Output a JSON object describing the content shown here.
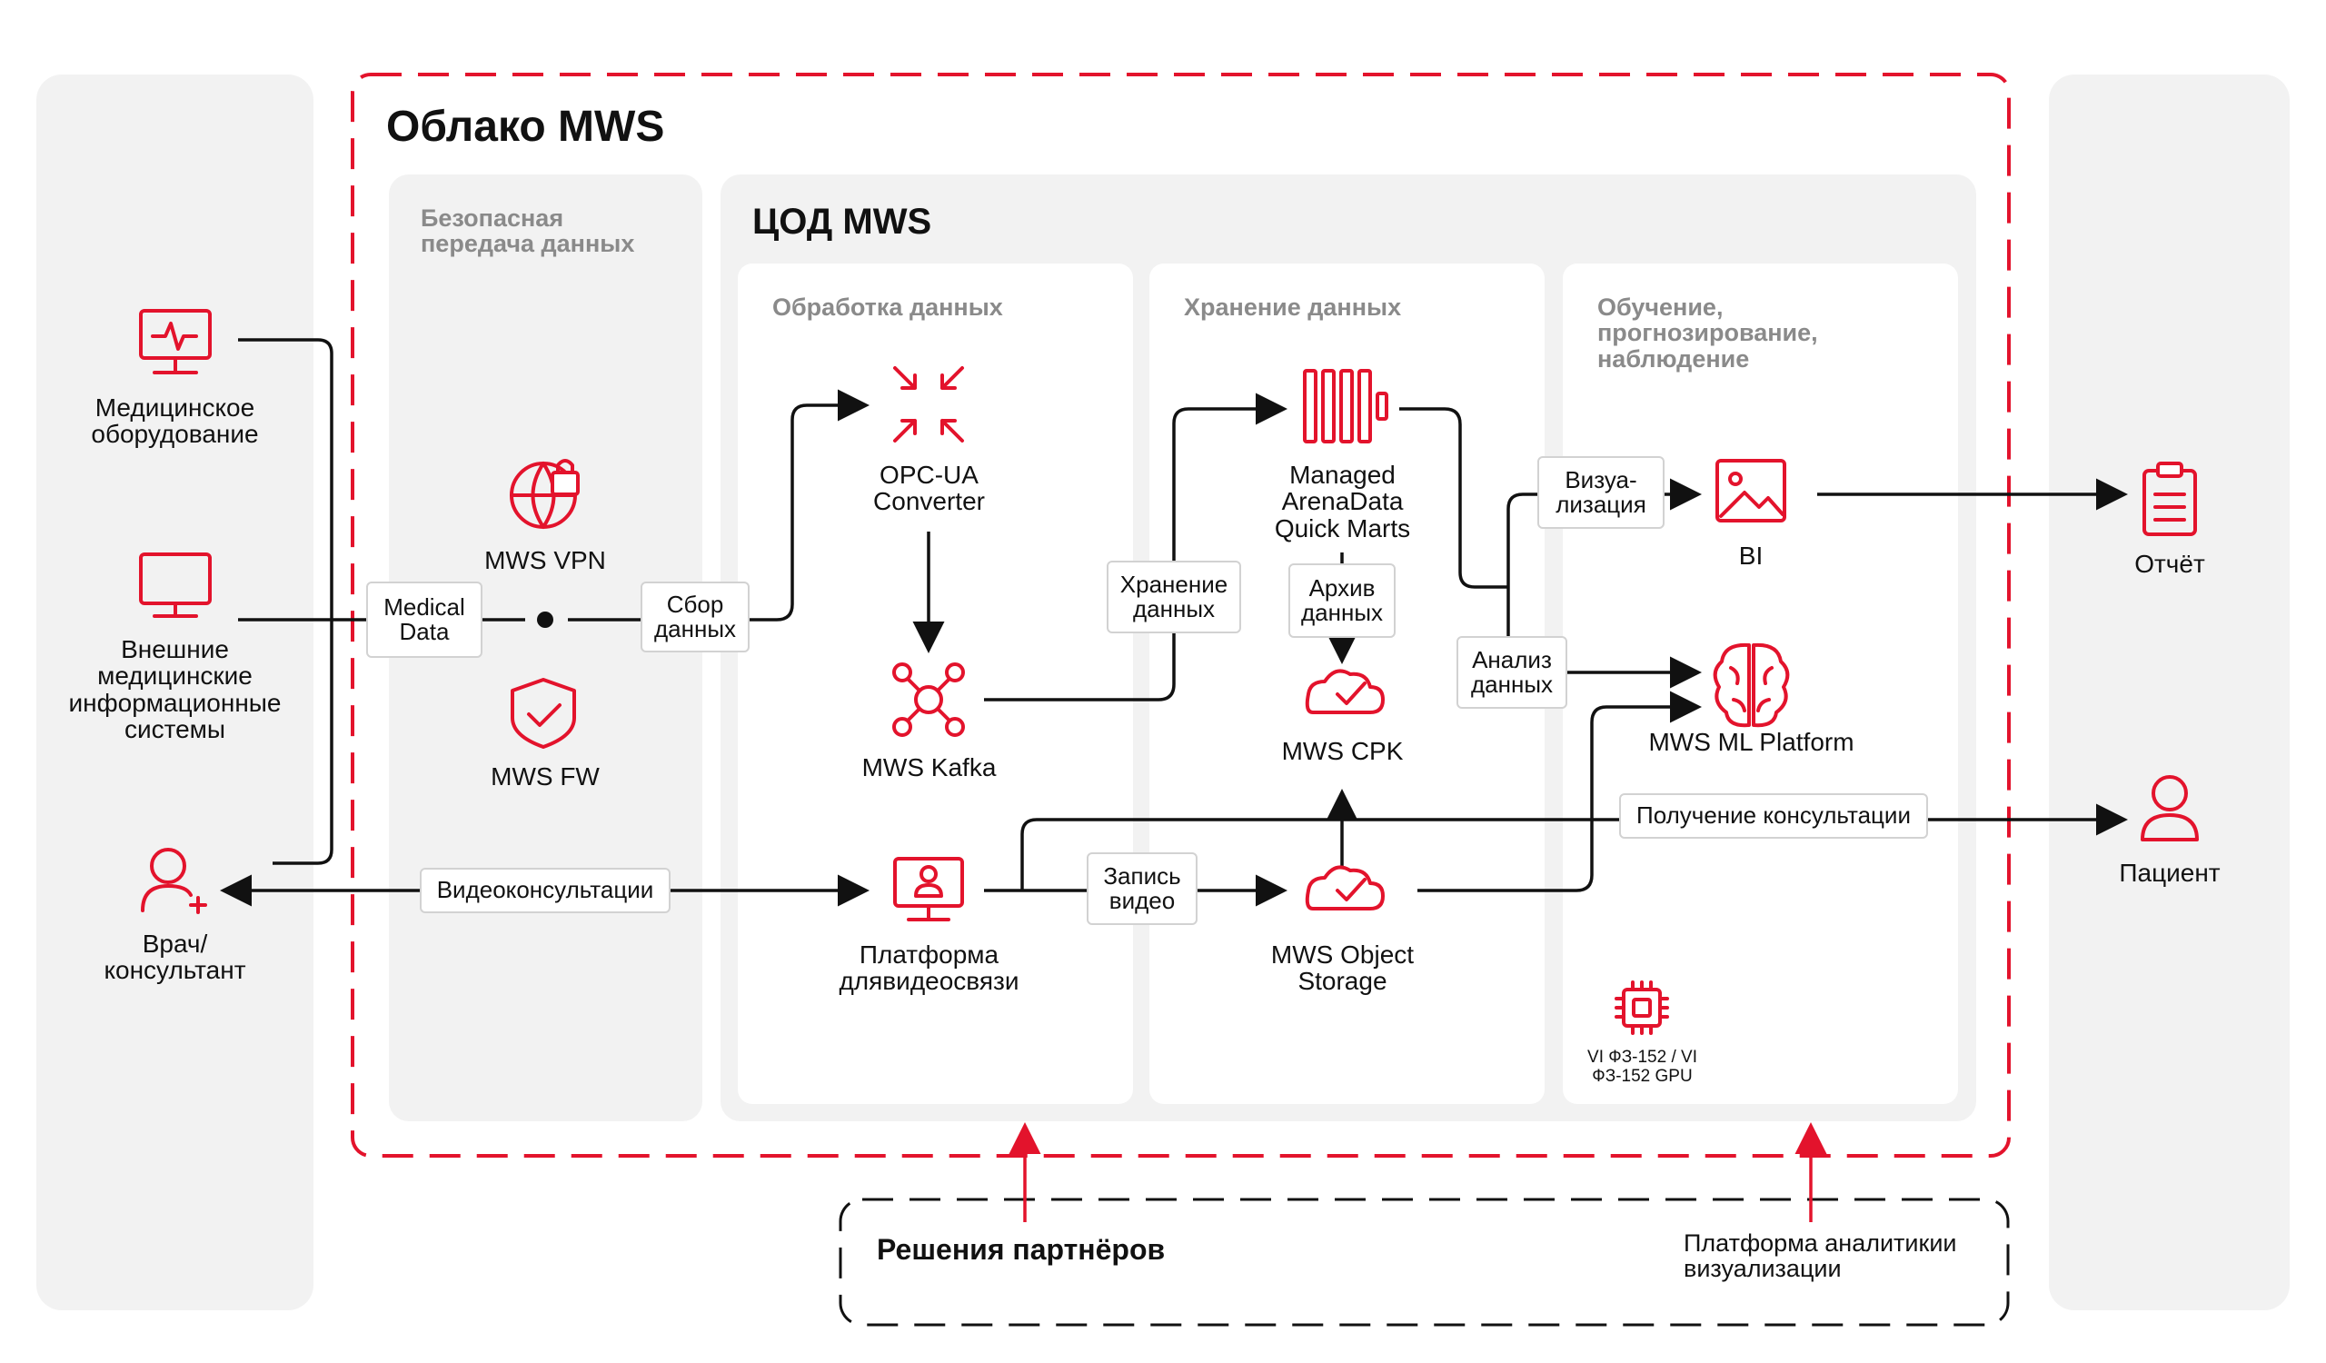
{
  "cloud_title": "Облако MWS",
  "dc_title": "ЦОД MWS",
  "sections": {
    "secure_transfer": "Безопасная\nпередача данных",
    "processing": "Обработка данных",
    "storage": "Хранение данных",
    "ml": "Обучение,\nпрогнозирование,\nнаблюдение"
  },
  "left_nodes": {
    "med_equipment": "Медицинское\nоборудование",
    "external_systems": "Внешние\nмедицинские\nинформационные\nсистемы",
    "doctor": "Врач/\nконсультант"
  },
  "security_nodes": {
    "vpn": "MWS VPN",
    "fw": "MWS FW"
  },
  "processing_nodes": {
    "opcua": "OPC-UA\nConverter",
    "kafka": "MWS Kafka",
    "video_platform": "Платформа\nдлявидеосвязи"
  },
  "storage_nodes": {
    "arenadata": "Managed\nArenaData\nQuick Marts",
    "cpk": "MWS CPK",
    "object_storage": "MWS Object\nStorage"
  },
  "ml_nodes": {
    "bi": "BI",
    "ml_platform": "MWS ML Platform",
    "gpu": "VI ФЗ-152 / VI\nФЗ-152 GPU"
  },
  "right_nodes": {
    "report": "Отчёт",
    "patient": "Пациент"
  },
  "edge_labels": {
    "medical_data": "Medical\nData",
    "collect": "Сбор\nданных",
    "storage_data": "Хранение\nданных",
    "archive": "Архив\nданных",
    "visualization": "Визуа-\nлизация",
    "analysis": "Анализ\nданных",
    "video_consult": "Видеоконсультации",
    "record_video": "Запись\nвидео",
    "get_consult": "Получение консультации"
  },
  "bottom": {
    "partners": "Решения партнёров",
    "analytics": "Платформа аналитикии\nвизуализации"
  },
  "colors": {
    "accent": "#e3132c",
    "panel": "#f2f2f2",
    "label_border": "#d2d2d2"
  }
}
